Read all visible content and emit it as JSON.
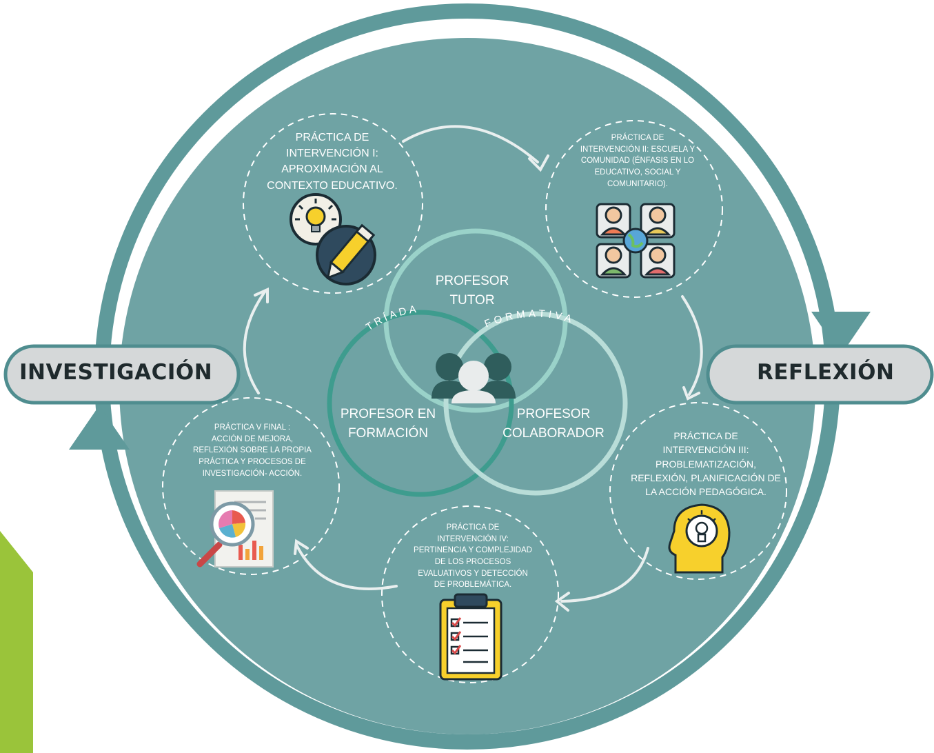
{
  "sides": {
    "left": "INVESTIGACIÓN",
    "right": "REFLEXIÓN"
  },
  "center": {
    "arc_left": "TRÍADA",
    "arc_right": "FORMATIVA",
    "profesor_tutor": [
      "PROFESOR",
      "TUTOR"
    ],
    "profesor_formacion": [
      "PROFESOR EN",
      "FORMACIÓN"
    ],
    "profesor_colaborador": [
      "PROFESOR",
      "COLABORADOR"
    ]
  },
  "practices": {
    "p1": [
      "PRÁCTICA DE",
      "INTERVENCIÓN I:",
      "APROXIMACIÓN AL",
      "CONTEXTO EDUCATIVO."
    ],
    "p2": [
      "PRÁCTICA DE",
      "INTERVENCIÓN II: ESCUELA Y",
      "COMUNIDAD (ÉNFASIS EN LO",
      "EDUCATIVO, SOCIAL Y",
      "COMUNITARIO)."
    ],
    "p3": [
      "PRÁCTICA DE",
      "INTERVENCIÓN III:",
      "PROBLEMATIZACIÓN,",
      "REFLEXIÓN, PLANIFICACIÓN DE",
      "LA ACCIÓN PEDAGÓGICA."
    ],
    "p4": [
      "PRÁCTICA DE",
      "INTERVENCIÓN IV:",
      "PERTINENCIA Y COMPLEJIDAD",
      "DE LOS PROCESOS",
      "EVALUATIVOS Y DETECCIÓN",
      "DE PROBLEMÁTICA."
    ],
    "p5": [
      "PRÁCTICA V FINAL :",
      "ACCIÓN DE MEJORA,",
      "REFLEXIÓN SOBRE LA PROPIA",
      "PRÁCTICA Y PROCESOS DE",
      "INVESTIGACIÓN- ACCIÓN."
    ]
  },
  "icons": {
    "p1": "lightbulb-pencil-icon",
    "p2": "community-people-globe-icon",
    "p3": "head-lightbulb-icon",
    "p4": "checklist-clipboard-icon",
    "p5": "report-magnifier-icon",
    "center": "people-group-icon"
  },
  "colors": {
    "teal": "#6fa3a4",
    "ring": "#5f9a9b",
    "pill": "#d5d8d9",
    "venn_light": "#9ad2c9",
    "venn_green": "#3e9c8e",
    "accent_green": "#9ac43a"
  }
}
